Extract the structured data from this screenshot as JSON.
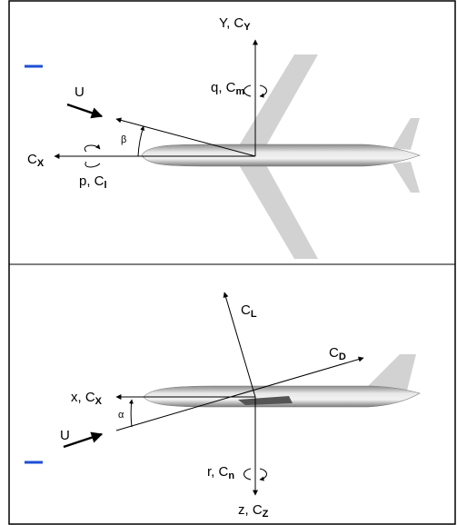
{
  "top_view": {
    "y_axis_label": "Y, C",
    "y_axis_sub": "Y",
    "pitch_label": "q, C",
    "pitch_sub": "m",
    "u_label": "U",
    "beta_label": "β",
    "x_axis_label": "C",
    "x_axis_sub": "X",
    "roll_label": "p, C",
    "roll_sub": "l"
  },
  "bottom_view": {
    "lift_label": "C",
    "lift_sub": "L",
    "drag_label": "C",
    "drag_sub": "D",
    "x_axis_label": "x, C",
    "x_axis_sub": "X",
    "alpha_label": "α",
    "u_label": "U",
    "yaw_label": "r, C",
    "yaw_sub": "n",
    "z_axis_label": "z, C",
    "z_axis_sub": "Z"
  },
  "colors": {
    "accent_dash": "#1f4fd6",
    "wing": "#d2d2d2",
    "fuselage": "#b8b8b8"
  }
}
